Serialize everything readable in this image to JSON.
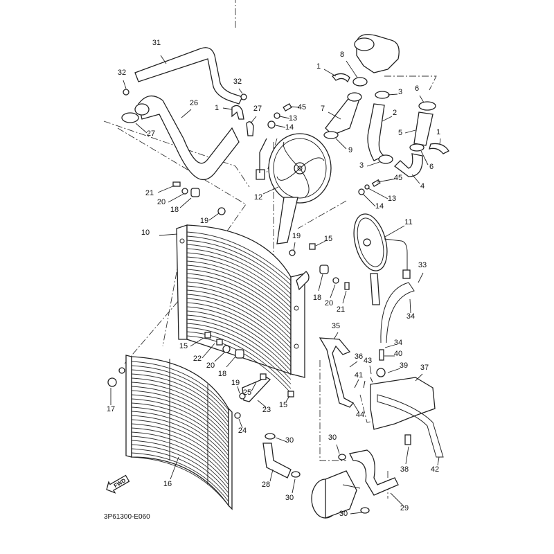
{
  "diagram": {
    "title": "Radiator / Cooling System exploded parts diagram",
    "diagram_code": "3P61300-E060",
    "direction_marker": "FWD",
    "callouts": [
      {
        "id": "c31",
        "text": "31"
      },
      {
        "id": "c32a",
        "text": "32"
      },
      {
        "id": "c32b",
        "text": "32"
      },
      {
        "id": "c26",
        "text": "26"
      },
      {
        "id": "c27a",
        "text": "27"
      },
      {
        "id": "c27b",
        "text": "27"
      },
      {
        "id": "c1a",
        "text": "1"
      },
      {
        "id": "c1b",
        "text": "1"
      },
      {
        "id": "c1c",
        "text": "1"
      },
      {
        "id": "c45a",
        "text": "45"
      },
      {
        "id": "c45b",
        "text": "45"
      },
      {
        "id": "c13a",
        "text": "13"
      },
      {
        "id": "c13b",
        "text": "13"
      },
      {
        "id": "c14a",
        "text": "14"
      },
      {
        "id": "c14b",
        "text": "14"
      },
      {
        "id": "c8",
        "text": "8"
      },
      {
        "id": "c7",
        "text": "7"
      },
      {
        "id": "c9",
        "text": "9"
      },
      {
        "id": "c3a",
        "text": "3"
      },
      {
        "id": "c3b",
        "text": "3"
      },
      {
        "id": "c2",
        "text": "2"
      },
      {
        "id": "c6a",
        "text": "6"
      },
      {
        "id": "c6b",
        "text": "6"
      },
      {
        "id": "c5",
        "text": "5"
      },
      {
        "id": "c4",
        "text": "4"
      },
      {
        "id": "c12",
        "text": "12"
      },
      {
        "id": "c11",
        "text": "11"
      },
      {
        "id": "c10",
        "text": "10"
      },
      {
        "id": "c21a",
        "text": "21"
      },
      {
        "id": "c21b",
        "text": "21"
      },
      {
        "id": "c20a",
        "text": "20"
      },
      {
        "id": "c20b",
        "text": "20"
      },
      {
        "id": "c20c",
        "text": "20"
      },
      {
        "id": "c18a",
        "text": "18"
      },
      {
        "id": "c18b",
        "text": "18"
      },
      {
        "id": "c18c",
        "text": "18"
      },
      {
        "id": "c19a",
        "text": "19"
      },
      {
        "id": "c19b",
        "text": "19"
      },
      {
        "id": "c19c",
        "text": "19"
      },
      {
        "id": "c15a",
        "text": "15"
      },
      {
        "id": "c15b",
        "text": "15"
      },
      {
        "id": "c15c",
        "text": "15"
      },
      {
        "id": "c22",
        "text": "22"
      },
      {
        "id": "c17",
        "text": "17"
      },
      {
        "id": "c16",
        "text": "16"
      },
      {
        "id": "c23",
        "text": "23"
      },
      {
        "id": "c24",
        "text": "24"
      },
      {
        "id": "c25",
        "text": "25"
      },
      {
        "id": "c33",
        "text": "33"
      },
      {
        "id": "c34a",
        "text": "34"
      },
      {
        "id": "c34b",
        "text": "34"
      },
      {
        "id": "c35",
        "text": "35"
      },
      {
        "id": "c36",
        "text": "36"
      },
      {
        "id": "c37",
        "text": "37"
      },
      {
        "id": "c38",
        "text": "38"
      },
      {
        "id": "c39",
        "text": "39"
      },
      {
        "id": "c40",
        "text": "40"
      },
      {
        "id": "c41",
        "text": "41"
      },
      {
        "id": "c42",
        "text": "42"
      },
      {
        "id": "c43",
        "text": "43"
      },
      {
        "id": "c44",
        "text": "44"
      },
      {
        "id": "c28",
        "text": "28"
      },
      {
        "id": "c29",
        "text": "29"
      },
      {
        "id": "c30a",
        "text": "30"
      },
      {
        "id": "c30b",
        "text": "30"
      },
      {
        "id": "c30c",
        "text": "30"
      },
      {
        "id": "c30d",
        "text": "30"
      }
    ]
  }
}
